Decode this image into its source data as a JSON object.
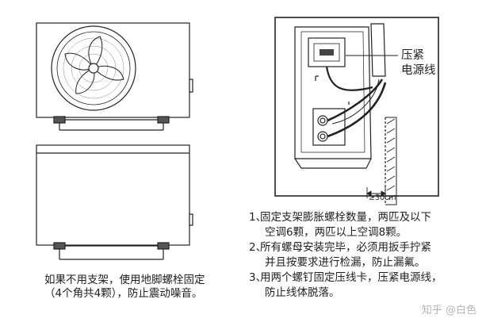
{
  "left_caption": {
    "line1": "如果不用支架，使用地脚螺栓固定",
    "line2": "（4个角共4颗），防止震动噪音。"
  },
  "callout": {
    "line1": "压紧",
    "line2": "电源线"
  },
  "dimension_label": "≥30cm",
  "notes": [
    {
      "num": "1、",
      "line1": "固定支架膨胀螺栓数量，两匹及以下",
      "line2": "空调6颗，两匹以上空调8颗。"
    },
    {
      "num": "2、",
      "line1": "所有螺母安装完毕，必须用扳手拧紧",
      "line2": "并且按要求进行检漏，防止漏氟。"
    },
    {
      "num": "3、",
      "line1": "用两个螺钉固定压线卡，压紧电源线，",
      "line2": "防止线体脱落。"
    }
  ],
  "watermark": "知乎 @白色"
}
